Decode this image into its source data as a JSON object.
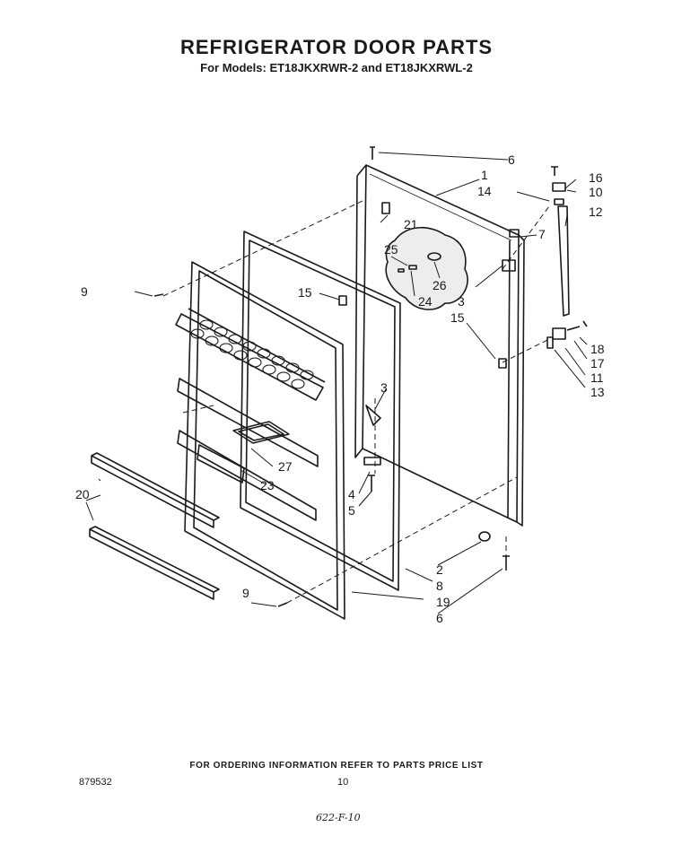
{
  "header": {
    "title": "REFRIGERATOR DOOR PARTS",
    "subtitle": "For Models: ET18JKXRWR-2 and ET18JKXRWL-2"
  },
  "callouts": {
    "c1": "1",
    "c2": "2",
    "c3a": "3",
    "c3b": "3",
    "c4": "4",
    "c5": "5",
    "c6a": "6",
    "c6b": "6",
    "c7": "7",
    "c8": "8",
    "c9a": "9",
    "c9b": "9",
    "c10": "10",
    "c11": "11",
    "c12": "12",
    "c13": "13",
    "c14": "14",
    "c15a": "15",
    "c15b": "15",
    "c16": "16",
    "c17": "17",
    "c18": "18",
    "c19": "19",
    "c20": "20",
    "c21": "21",
    "c23": "23",
    "c24": "24",
    "c25": "25",
    "c26": "26",
    "c27": "27"
  },
  "footer": {
    "ordering_note": "FOR ORDERING INFORMATION REFER TO PARTS PRICE LIST",
    "part_code": "879532",
    "page_number": "10",
    "handwritten_note": "622-F-10"
  }
}
